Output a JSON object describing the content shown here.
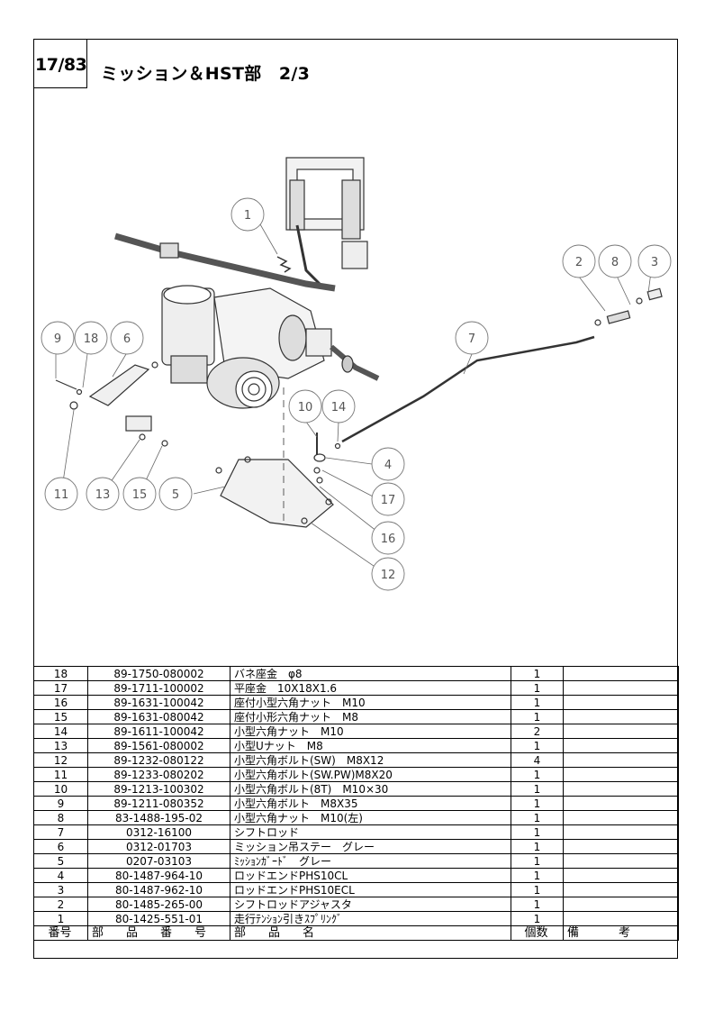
{
  "header": {
    "page_number": "17/83",
    "title": "ミッション＆HST部　2/3"
  },
  "callouts": [
    "1",
    "2",
    "8",
    "3",
    "9",
    "18",
    "6",
    "7",
    "10",
    "14",
    "4",
    "17",
    "11",
    "13",
    "15",
    "5",
    "16",
    "12"
  ],
  "table": {
    "headers": {
      "no": "番号",
      "part_number": "部　品　番　号",
      "part_name": "部　品　名",
      "qty": "個数",
      "remarks": "備　　考"
    },
    "rows": [
      {
        "no": "18",
        "part_number": "89-1750-080002",
        "part_name": "バネ座金　φ8",
        "qty": "1",
        "remarks": ""
      },
      {
        "no": "17",
        "part_number": "89-1711-100002",
        "part_name": "平座金　10X18X1.6",
        "qty": "1",
        "remarks": ""
      },
      {
        "no": "16",
        "part_number": "89-1631-100042",
        "part_name": "座付小型六角ナット　M10",
        "qty": "1",
        "remarks": ""
      },
      {
        "no": "15",
        "part_number": "89-1631-080042",
        "part_name": "座付小形六角ナット　M8",
        "qty": "1",
        "remarks": ""
      },
      {
        "no": "14",
        "part_number": "89-1611-100042",
        "part_name": "小型六角ナット　M10",
        "qty": "2",
        "remarks": ""
      },
      {
        "no": "13",
        "part_number": "89-1561-080002",
        "part_name": "小型Uナット　M8",
        "qty": "1",
        "remarks": ""
      },
      {
        "no": "12",
        "part_number": "89-1232-080122",
        "part_name": "小型六角ボルト(SW)　M8X12",
        "qty": "4",
        "remarks": ""
      },
      {
        "no": "11",
        "part_number": "89-1233-080202",
        "part_name": "小型六角ボルト(SW.PW)M8X20",
        "qty": "1",
        "remarks": ""
      },
      {
        "no": "10",
        "part_number": "89-1213-100302",
        "part_name": "小型六角ボルト(8T)　M10×30",
        "qty": "1",
        "remarks": ""
      },
      {
        "no": "9",
        "part_number": "89-1211-080352",
        "part_name": "小型六角ボルト　M8X35",
        "qty": "1",
        "remarks": ""
      },
      {
        "no": "8",
        "part_number": "83-1488-195-02",
        "part_name": "小型六角ナット　M10(左)",
        "qty": "1",
        "remarks": ""
      },
      {
        "no": "7",
        "part_number": "0312-16100",
        "part_name": "シフトロッド",
        "qty": "1",
        "remarks": ""
      },
      {
        "no": "6",
        "part_number": "0312-01703",
        "part_name": "ミッション吊ステー　グレー",
        "qty": "1",
        "remarks": ""
      },
      {
        "no": "5",
        "part_number": "0207-03103",
        "part_name": "ﾐｯｼｮﾝｶﾞｰﾄﾞ　グレー",
        "qty": "1",
        "remarks": ""
      },
      {
        "no": "4",
        "part_number": "80-1487-964-10",
        "part_name": "ロッドエンドPHS10CL",
        "qty": "1",
        "remarks": ""
      },
      {
        "no": "3",
        "part_number": "80-1487-962-10",
        "part_name": "ロッドエンドPHS10ECL",
        "qty": "1",
        "remarks": ""
      },
      {
        "no": "2",
        "part_number": "80-1485-265-00",
        "part_name": "シフトロッドアジャスタ",
        "qty": "1",
        "remarks": ""
      },
      {
        "no": "1",
        "part_number": "80-1425-551-01",
        "part_name": "走行ﾃﾝｼｮﾝ引きｽﾌﾟﾘﾝｸﾞ",
        "qty": "1",
        "remarks": ""
      }
    ]
  }
}
